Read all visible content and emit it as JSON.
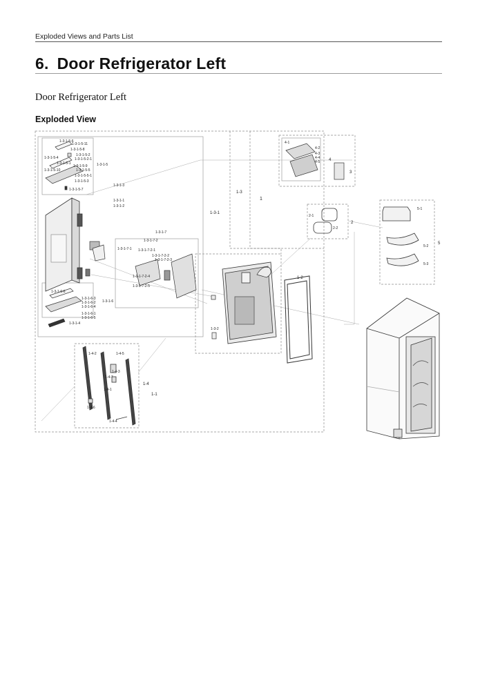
{
  "header": {
    "running_title": "Exploded Views and Parts List"
  },
  "page": {
    "section_number": "6.",
    "title": "Door Refrigerator Left",
    "subtitle": "Door Refrigerator Left",
    "view_heading": "Exploded View"
  },
  "callouts": {
    "c1": "1",
    "c1_1": "1-1",
    "c1_2": "1-2",
    "c1_3": "1-3",
    "c1_4": "1-4",
    "c1_3_1": "1-3-1",
    "c1_3_2": "1-3-2",
    "c1_3_1_1": "1-3-1-1",
    "c1_3_1_2": "1-3-1-2",
    "c1_3_1_3": "1-3-1-3",
    "c1_3_1_4": "1-3-1-4",
    "c1_3_1_5": "1-3-1-5",
    "c1_3_1_6": "1-3-1-6",
    "c1_3_1_7": "1-3-1-7",
    "c1_3_1_5_1": "1-3-1-5-1",
    "c1_3_1_5_2": "1-3-1-5-2",
    "c1_3_1_5_3": "1-3-1-5-3",
    "c1_3_1_5_4": "1-3-1-5-4",
    "c1_3_1_5_5": "1-3-1-5-5",
    "c1_3_1_5_6": "1-3-1-5-6",
    "c1_3_1_5_7": "1-3-1-5-7",
    "c1_3_1_5_8": "1-3-1-5-8",
    "c1_3_1_5_9": "1-3-1-5-9",
    "c1_3_1_5_10": "1-3-1-5-10",
    "c1_3_1_5_11": "1-3-1-5-11",
    "c1_3_1_5_2_1": "1-3-1-5-2-1",
    "c1_3_1_5_5_1": "1-3-1-5-5-1",
    "c1_3_1_6_1": "1-3-1-6-1",
    "c1_3_1_6_2": "1-3-1-6-2",
    "c1_3_1_6_3": "1-3-1-6-3",
    "c1_3_1_6_4": "1-3-1-6-4",
    "c1_3_1_6_5": "1-3-1-6-5",
    "c1_3_1_6_6": "1-3-1-6-6",
    "c1_3_1_7_1": "1-3-1-7-1",
    "c1_3_1_7_2": "1-3-1-7-2",
    "c1_3_1_7_2_1": "1-3-1-7-2-1",
    "c1_3_1_7_2_2": "1-3-1-7-2-2",
    "c1_3_1_7_2_3": "1-3-1-7-2-3",
    "c1_3_1_7_2_4": "1-3-1-7-2-4",
    "c1_3_1_7_2_5": "1-3-1-7-2-5",
    "c1_4_1": "1-4-1",
    "c1_4_2": "1-4-2",
    "c1_4_3": "1-4-3",
    "c1_4_4": "1-4-4",
    "c1_4_5": "1-4-5",
    "c1_4_6": "1-4-6",
    "c1_4_7": "1-4-7",
    "c2": "2",
    "c2_1": "2-1",
    "c2_2": "2-2",
    "c3": "3",
    "c4": "4",
    "c4_1": "4-1",
    "c4_2": "4-2",
    "c4_3": "4-3",
    "c4_4": "4-4",
    "c4_5": "4-5",
    "c5": "5",
    "c5_1": "5-1",
    "c5_2": "5-2",
    "c5_3": "5-3"
  }
}
